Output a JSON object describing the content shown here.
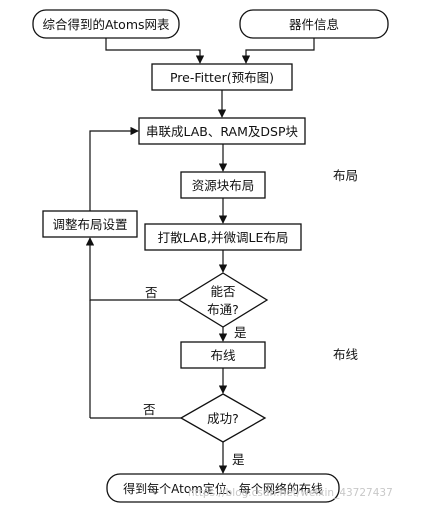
{
  "nodes": {
    "atoms_netlist": "综合得到的Atoms网表",
    "device_info": "器件信息",
    "pre_fitter": "Pre-Fitter(预布图)",
    "cascade_blocks": "串联成LAB、RAM及DSP块",
    "resource_placement": "资源块布局",
    "scatter_lab": "打散LAB,并微调LE布局",
    "adjust_settings": "调整布局设置",
    "can_route_line1": "能否",
    "can_route_line2": "布通?",
    "routing": "布线",
    "success": "成功?",
    "final": "得到每个Atom定位、每个网络的布线"
  },
  "edge_labels": {
    "no_1": "否",
    "yes_1": "是",
    "no_2": "否",
    "yes_2": "是"
  },
  "side_labels": {
    "placement": "布局",
    "routing": "布线"
  },
  "watermark": "https://blog.csdn.net/weixin_43727437"
}
